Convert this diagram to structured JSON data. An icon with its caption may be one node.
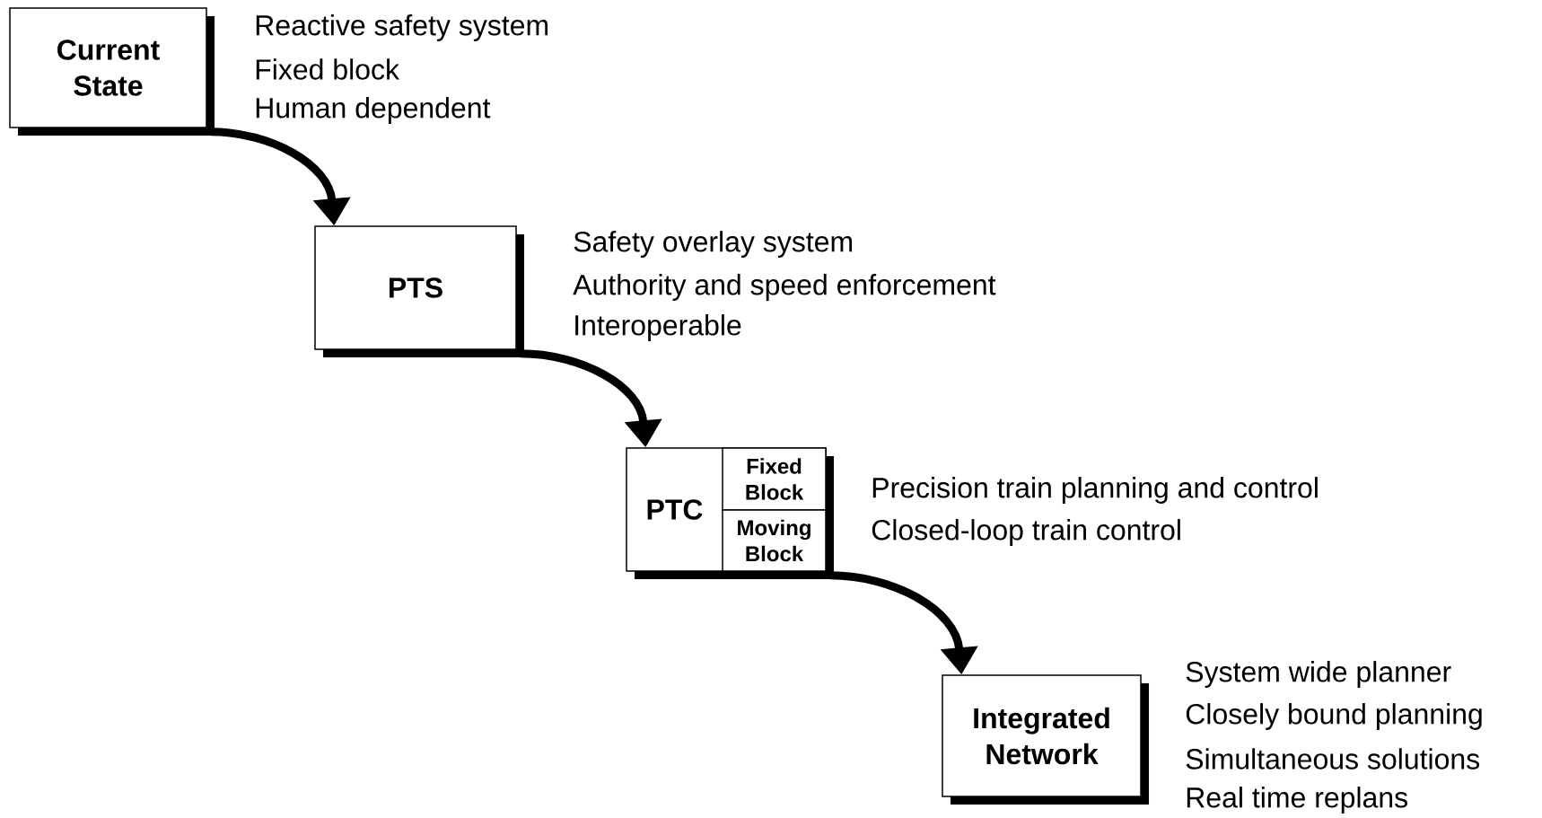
{
  "diagram": {
    "nodes": [
      {
        "text": [
          "Current State"
        ],
        "beside": [
          "Reactive safety system",
          "Fixed block",
          "Human dependent"
        ]
      },
      {
        "text": [
          "PTS"
        ],
        "beside": [
          "Safety overlay system",
          "Authority and speed enforcement",
          "Interoperable"
        ]
      },
      {
        "text": [
          "PTC"
        ],
        "beside": [
          "Precision train planning and control",
          "Closed-loop train control"
        ]
      },
      {
        "text": [
          "Fixed Block"
        ],
        "in": 2
      },
      {
        "text": [
          "Moving Block"
        ],
        "in": 2
      },
      {
        "text": [
          "Integrated Network"
        ],
        "beside": [
          "System wide planner",
          "Closely bound planning",
          "Simultaneous solutions",
          "Real time replans"
        ]
      }
    ],
    "edges": [
      {
        "from": 0,
        "to": 1,
        "arrow": "to"
      },
      {
        "from": 1,
        "to": 2,
        "arrow": "to"
      },
      {
        "from": 2,
        "to": 5,
        "arrow": "to"
      }
    ]
  }
}
